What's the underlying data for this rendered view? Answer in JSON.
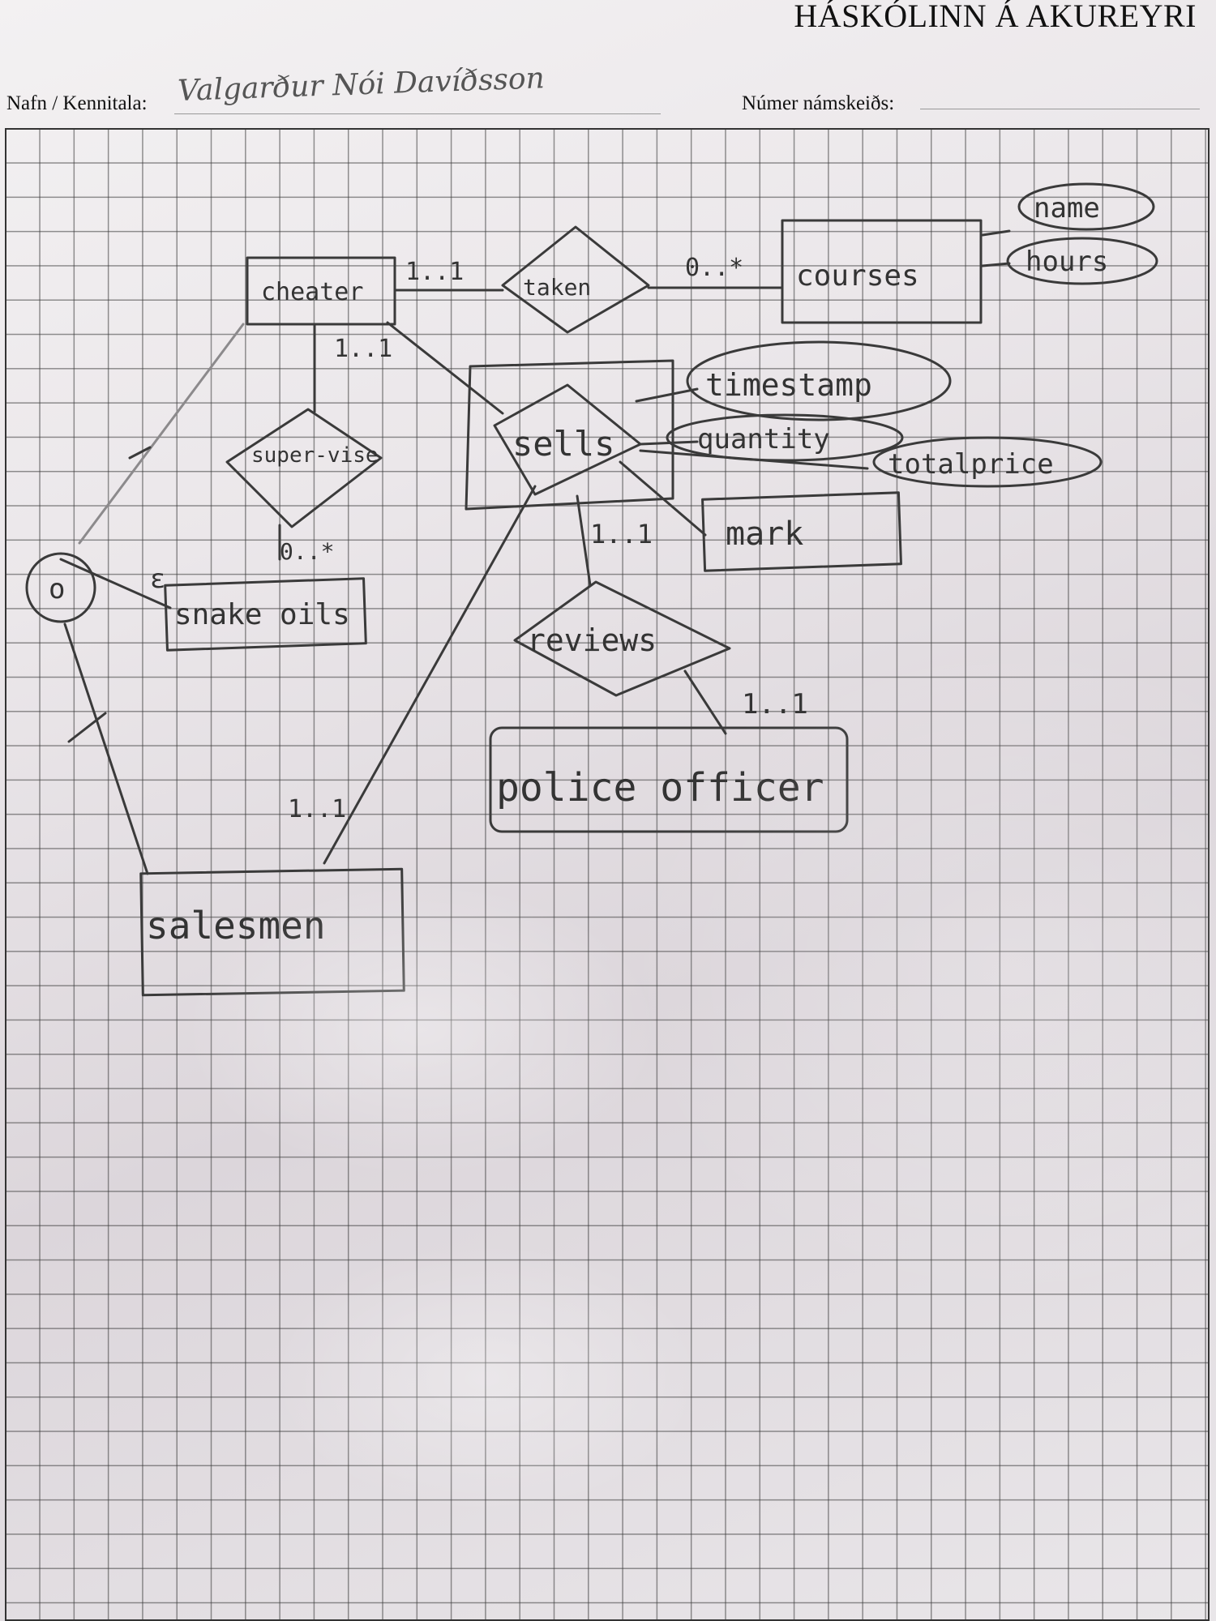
{
  "header": {
    "university": "HÁSKÓLINN Á AKUREYRI",
    "name_label": "Nafn / Kennitala:",
    "name_value": "Valgarður Nói Davíðsson",
    "course_label": "Númer námskeiðs:"
  },
  "diagram": {
    "entities": {
      "cheater": "cheater",
      "courses": "courses",
      "snake_oils": "snake oils",
      "mark": "mark",
      "police_officer": "police officer",
      "salesmen": "salesmen"
    },
    "relationships": {
      "taken": "taken",
      "supervise": "super-vise",
      "sells": "sells",
      "reviews": "reviews"
    },
    "attributes": {
      "name": "name",
      "hours": "hours",
      "timestamp": "timestamp",
      "quantity": "quantity",
      "total_price": "totalprice"
    },
    "cardinalities": {
      "cheater_taken": "1..1",
      "taken_courses": "0..*",
      "cheater_supervise": "1..1",
      "supervise_snake_oils": "0..*",
      "sells_reviews": "1..1",
      "reviews_police": "1..1",
      "sells_salesmen": "1..1"
    },
    "specialization": {
      "symbol": "o",
      "marker": "ε"
    }
  }
}
